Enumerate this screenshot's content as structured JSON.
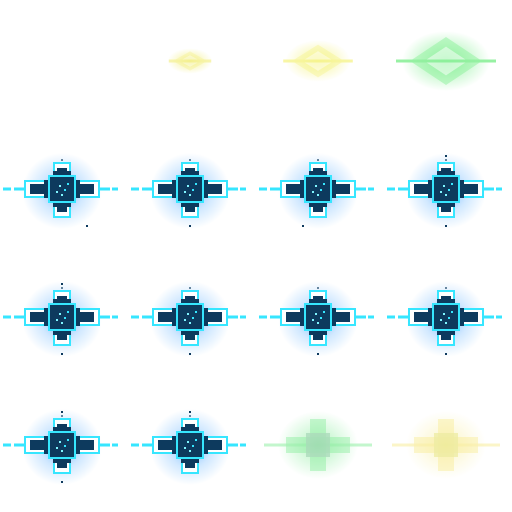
{
  "sprite_sheet": {
    "columns": 4,
    "rows": 4,
    "frames": [
      {
        "kind": "empty"
      },
      {
        "kind": "glow",
        "color": "#f4f08a",
        "intensity": 0.28
      },
      {
        "kind": "glow",
        "color": "#f6f48c",
        "intensity": 0.62
      },
      {
        "kind": "glow",
        "color": "#8cf09a",
        "intensity": 1.0
      },
      {
        "kind": "star",
        "accent": "#36e6ff",
        "core": "#0d3a5e",
        "halo": "#4aa6ff",
        "tips": [
          "right"
        ]
      },
      {
        "kind": "star",
        "accent": "#36e6ff",
        "core": "#0d3a5e",
        "halo": "#4aa6ff",
        "tips": [
          "bottom"
        ]
      },
      {
        "kind": "star",
        "accent": "#36e6ff",
        "core": "#0d3a5e",
        "halo": "#4aa6ff",
        "tips": [
          "left"
        ]
      },
      {
        "kind": "star",
        "accent": "#36e6ff",
        "core": "#0d3a5e",
        "halo": "#4aa6ff",
        "tips": [
          "top",
          "bottom"
        ]
      },
      {
        "kind": "star",
        "accent": "#36e6ff",
        "core": "#0d3a5e",
        "halo": "#4aa6ff",
        "tips": [
          "top",
          "bottom"
        ]
      },
      {
        "kind": "star",
        "accent": "#36e6ff",
        "core": "#0d3a5e",
        "halo": "#4aa6ff",
        "tips": [
          "bottom"
        ]
      },
      {
        "kind": "star",
        "accent": "#36e6ff",
        "core": "#0d3a5e",
        "halo": "#4aa6ff",
        "tips": [
          "bottom"
        ]
      },
      {
        "kind": "star",
        "accent": "#36e6ff",
        "core": "#0d3a5e",
        "halo": "#4aa6ff",
        "tips": [
          "bottom"
        ]
      },
      {
        "kind": "star",
        "accent": "#36e6ff",
        "core": "#0d3a5e",
        "halo": "#4aa6ff",
        "tips": [
          "top",
          "bottom"
        ]
      },
      {
        "kind": "star",
        "accent": "#36e6ff",
        "core": "#0d3a5e",
        "halo": "#4aa6ff",
        "tips": [
          "top"
        ]
      },
      {
        "kind": "fade",
        "color": "#86ec9a",
        "core": "#9ecfb0",
        "intensity": 0.7
      },
      {
        "kind": "fade",
        "color": "#f6ea8a",
        "core": "#e6e68a",
        "intensity": 0.55
      }
    ]
  }
}
